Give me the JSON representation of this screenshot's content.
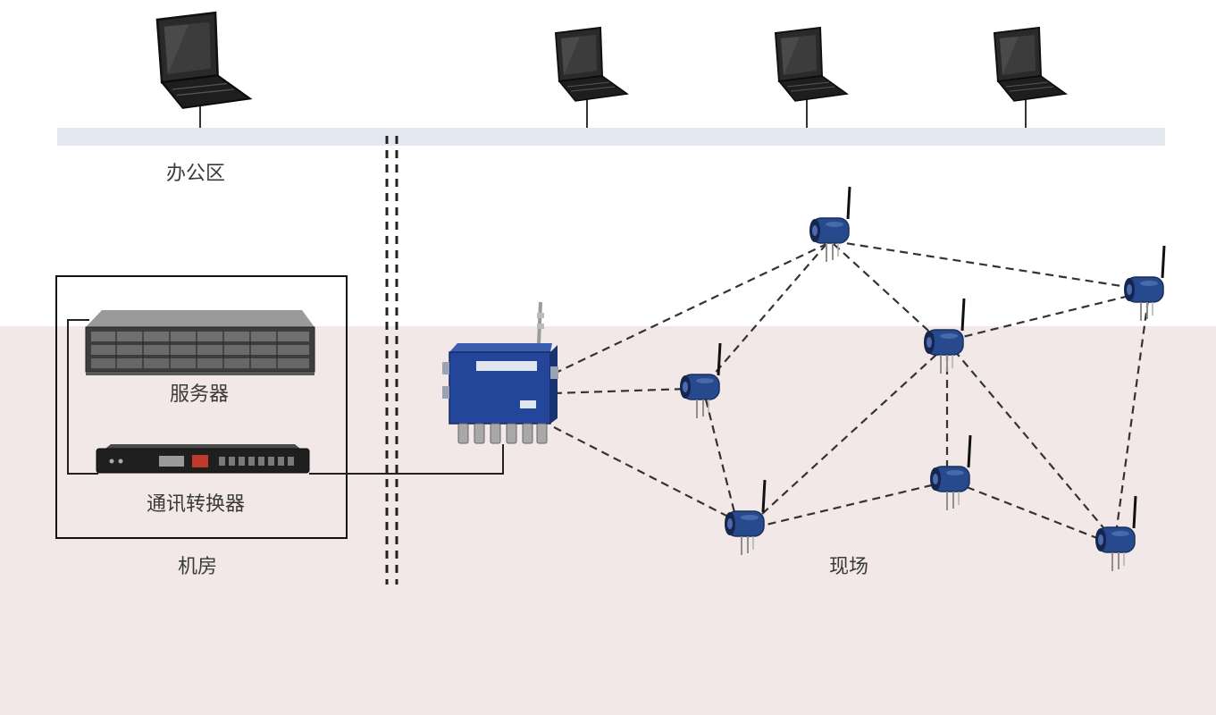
{
  "labels": {
    "office": "办公区",
    "server": "服务器",
    "converter": "通讯转换器",
    "machine_room": "机房",
    "field": "现场"
  },
  "colors": {
    "office_bg": "#ffffff",
    "field_bg": "#f3e8e8",
    "network_bar": "#e3e8f1",
    "gateway_blue": "#23469a",
    "sensor_blue": "#274a8e",
    "link_dash": "#333333",
    "line": "#222222"
  },
  "icons": {
    "laptop": "laptop-icon",
    "server": "rack-server-icon",
    "converter": "converter-icon",
    "gateway": "wireless-gateway-icon",
    "sensor": "wireless-sensor-icon"
  }
}
